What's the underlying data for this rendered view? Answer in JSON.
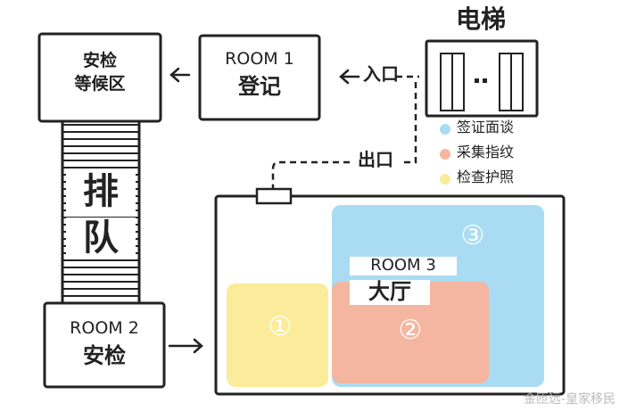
{
  "elevator": {
    "title": "电梯"
  },
  "rooms": {
    "security_wait": {
      "line1": "安检",
      "line2": "等候区"
    },
    "room1": {
      "line1": "ROOM 1",
      "line2": "登记"
    },
    "room2": {
      "line1": "ROOM 2",
      "line2": "安检"
    },
    "room3": {
      "line1": "ROOM 3",
      "line2": "大厅"
    }
  },
  "queue": {
    "chars": [
      "排",
      "队"
    ]
  },
  "doors": {
    "entrance": "入口",
    "exit": "出口"
  },
  "legend": [
    {
      "label": "签证面谈",
      "color": "#a9dcf2"
    },
    {
      "label": "采集指纹",
      "color": "#f4b6a0"
    },
    {
      "label": "检查护照",
      "color": "#faec9a"
    }
  ],
  "zones": [
    {
      "marker": "①",
      "color": "#faec9a"
    },
    {
      "marker": "②",
      "color": "#f4b6a0"
    },
    {
      "marker": "③",
      "color": "#a9dcf2"
    }
  ],
  "watermark": "金匝远-皇家移民"
}
